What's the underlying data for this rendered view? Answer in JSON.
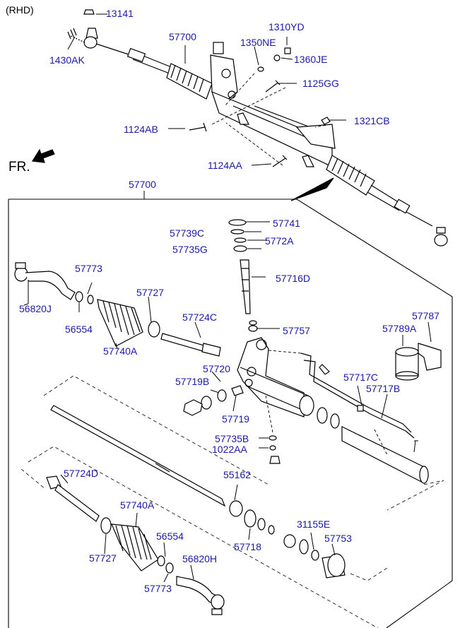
{
  "header": {
    "variant": "(RHD)",
    "direction": "FR."
  },
  "assembly_label": "57700",
  "colors": {
    "label": "#1a1aa8",
    "line": "#000000",
    "part_fill": "#ffffff"
  },
  "parts": {
    "p13141": "13141",
    "p1430AK": "1430AK",
    "p57700_top": "57700",
    "p1350NE": "1350NE",
    "p1310YD": "1310YD",
    "p1360JE": "1360JE",
    "p1125GG": "1125GG",
    "p1124AB": "1124AB",
    "p1321CB": "1321CB",
    "p1124AA": "1124AA",
    "p57741": "57741",
    "p57739C": "57739C",
    "p5772A": "5772A",
    "p57735G": "57735G",
    "p57716D": "57716D",
    "p57773_top": "57773",
    "p57727_top": "57727",
    "p56820J": "56820J",
    "p56554_top": "56554",
    "p57740A_top": "57740A",
    "p57724C": "57724C",
    "p57757": "57757",
    "p57787": "57787",
    "p57789A": "57789A",
    "p57720": "57720",
    "p57719B": "57719B",
    "p57717C": "57717C",
    "p57717B": "57717B",
    "p57719": "57719",
    "p57735B": "57735B",
    "p1022AA": "1022AA",
    "p57724D": "57724D",
    "p55162": "55162",
    "p57740A_bot": "57740A",
    "p57718": "57718",
    "p31155E": "31155E",
    "p56554_bot": "56554",
    "p57753": "57753",
    "p57727_bot": "57727",
    "p56820H": "56820H",
    "p57773_bot": "57773"
  }
}
